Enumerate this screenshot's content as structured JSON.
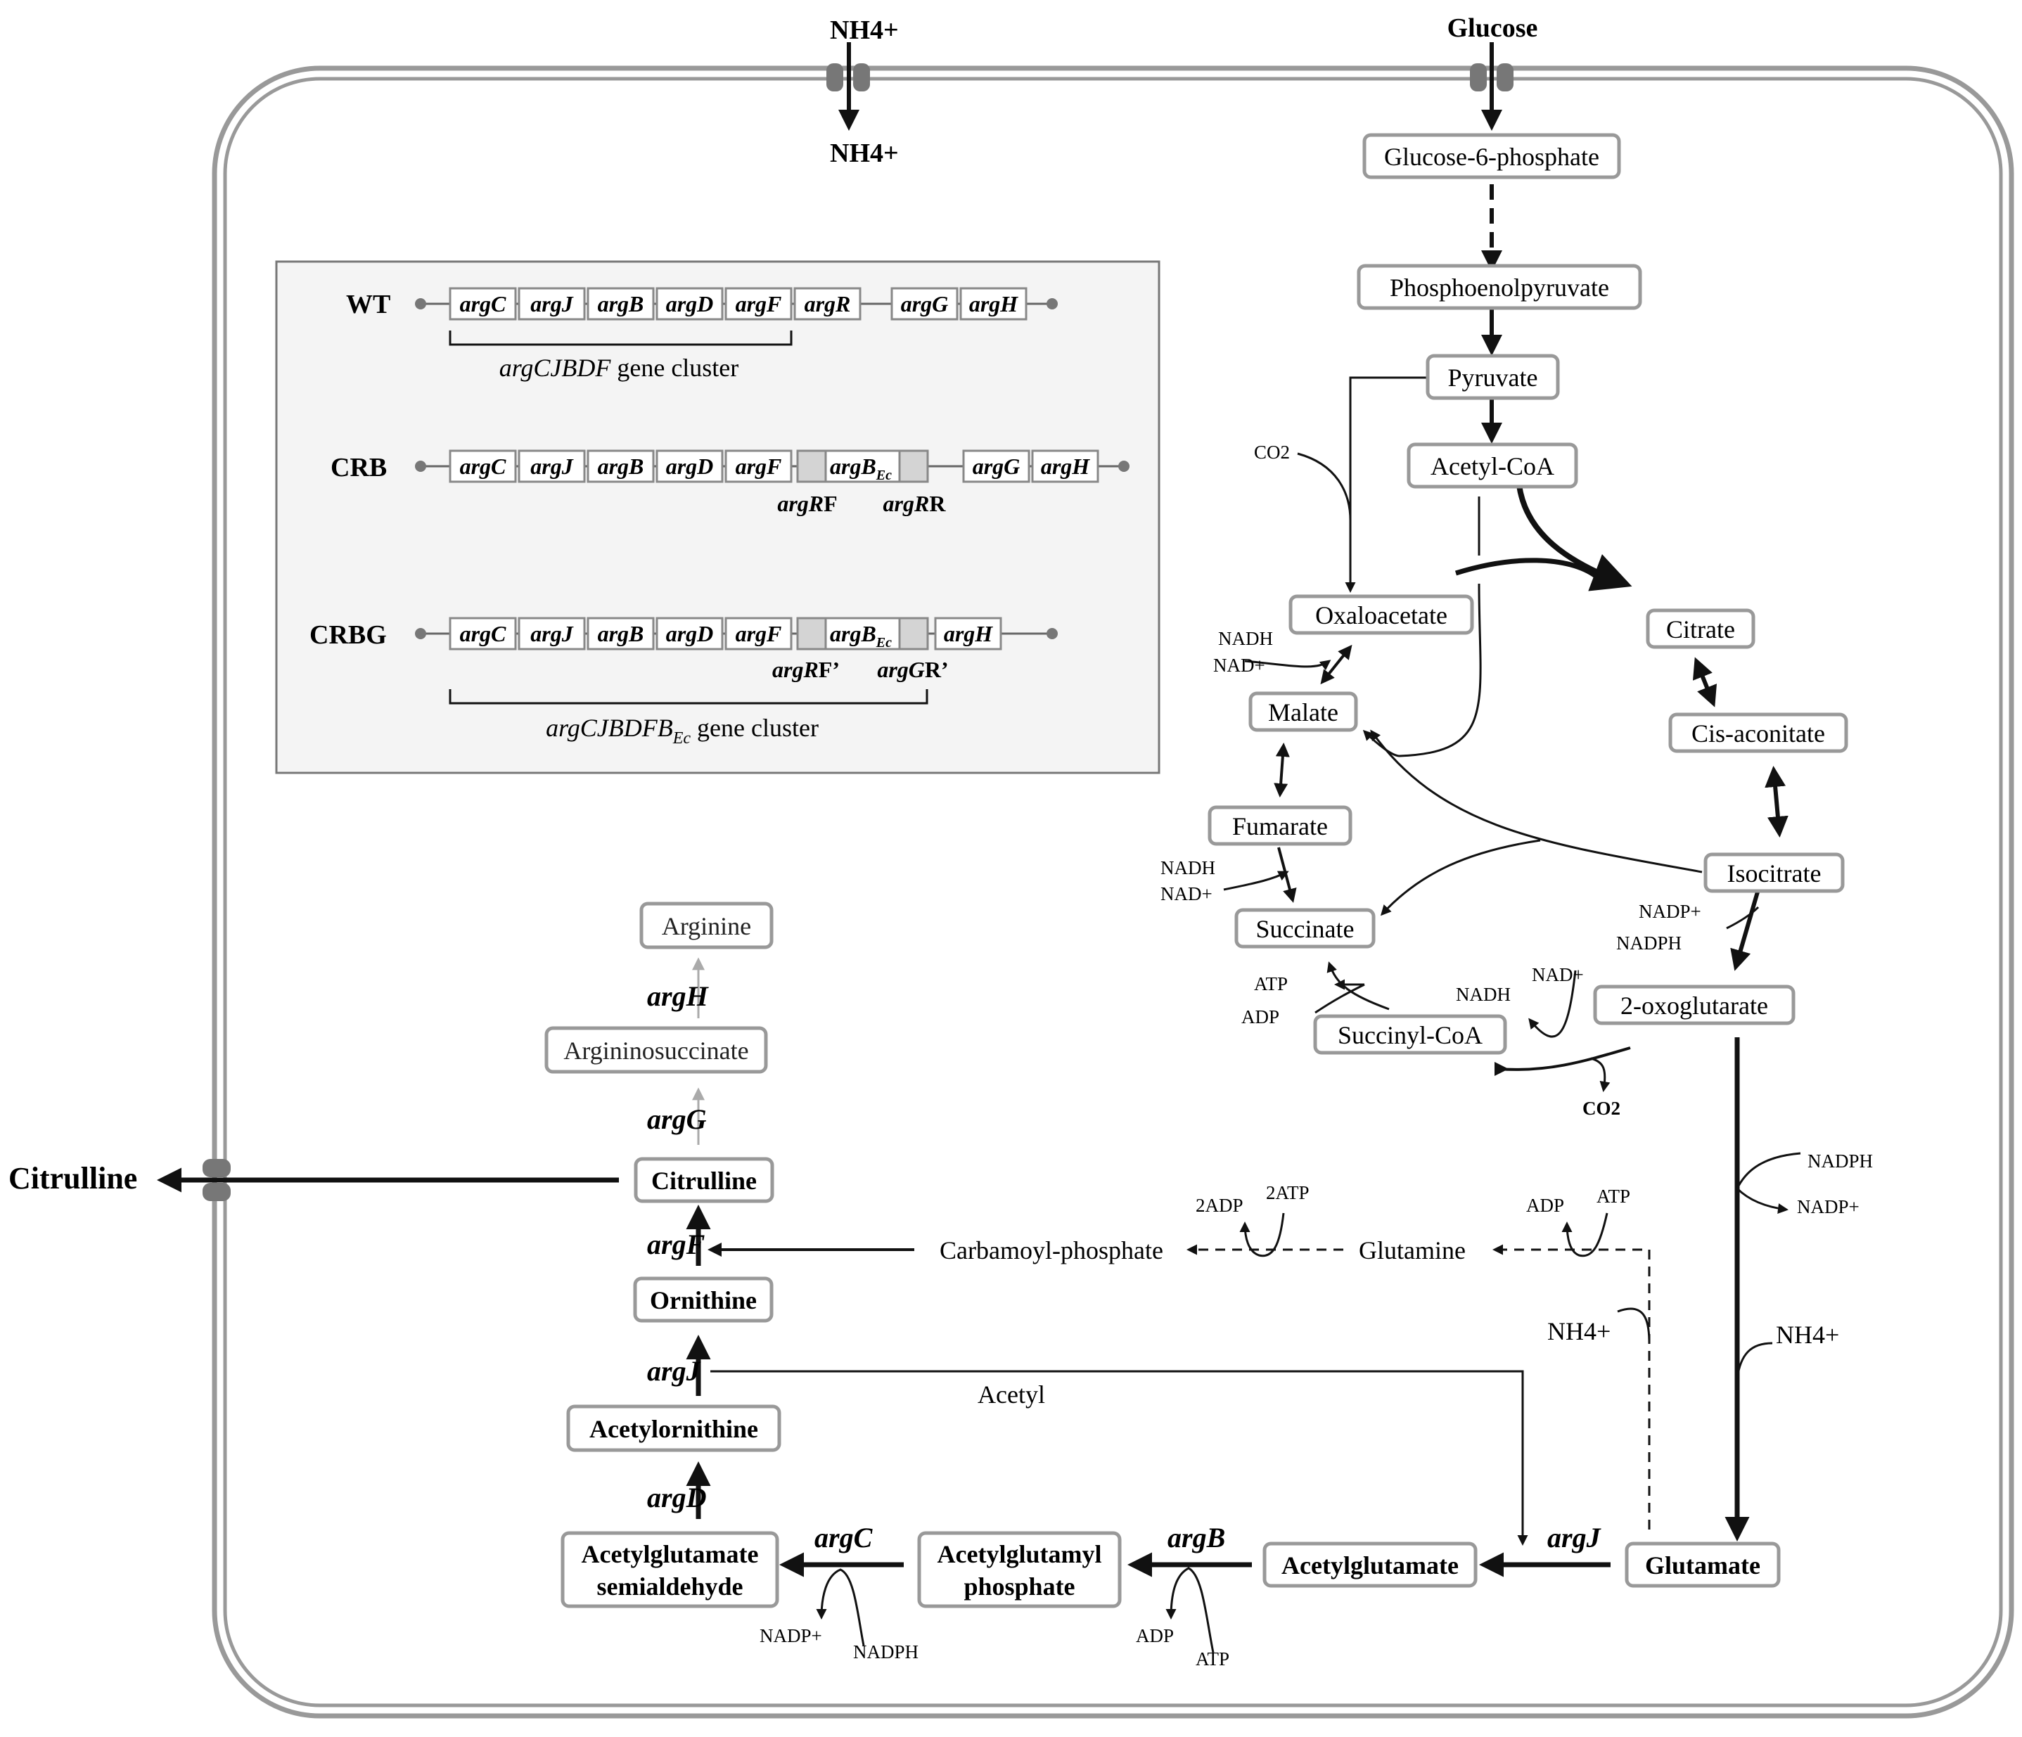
{
  "transport": {
    "nh4_out": "NH4+",
    "nh4_in": "NH4+",
    "glucose": "Glucose",
    "citrulline_out": "Citrulline"
  },
  "glycolysis": {
    "g6p": "Glucose-6-phosphate",
    "pep": "Phosphoenolpyruvate",
    "pyruvate": "Pyruvate",
    "acetyl_coa": "Acetyl-CoA",
    "co2": "CO2"
  },
  "tca": {
    "oxaloacetate": "Oxaloacetate",
    "citrate": "Citrate",
    "cis_aconitate": "Cis-aconitate",
    "isocitrate": "Isocitrate",
    "oxoglutarate": "2-oxoglutarate",
    "succinyl_coa": "Succinyl-CoA",
    "succinate": "Succinate",
    "fumarate": "Fumarate",
    "malate": "Malate"
  },
  "cofactors": {
    "nadh": "NADH",
    "nad": "NAD+",
    "nadp": "NADP+",
    "nadph": "NADPH",
    "atp": "ATP",
    "adp": "ADP",
    "co2": "CO2",
    "two_adp": "2ADP",
    "two_atp": "2ATP",
    "nh4": "NH4+"
  },
  "arginine_pathway": {
    "glutamate": "Glutamate",
    "acetylglutamate": "Acetylglutamate",
    "acetylglutamyl_phosphate": [
      "Acetylglutamyl",
      "phosphate"
    ],
    "acetylglutamate_semialdehyde": [
      "Acetylglutamate",
      "semialdehyde"
    ],
    "acetylornithine": "Acetylornithine",
    "ornithine": "Ornithine",
    "citrulline": "Citrulline",
    "argininosuccinate": "Argininosuccinate",
    "arginine": "Arginine",
    "glutamine": "Glutamine",
    "carbamoyl_phosphate": "Carbamoyl-phosphate",
    "acetyl": "Acetyl"
  },
  "genes": {
    "argJ": "argJ",
    "argB": "argB",
    "argC": "argC",
    "argD": "argD",
    "argF": "argF",
    "argG": "argG",
    "argH": "argH"
  },
  "inset": {
    "wt_label": "WT",
    "crb_label": "CRB",
    "crbg_label": "CRBG",
    "wt_genes": [
      "argC",
      "argJ",
      "argB",
      "argD",
      "argF",
      "argR",
      "argG",
      "argH"
    ],
    "crb_genes": [
      "argC",
      "argJ",
      "argB",
      "argD",
      "argF",
      "argG",
      "argH"
    ],
    "crbg_genes": [
      "argC",
      "argJ",
      "argB",
      "argD",
      "argF",
      "argH"
    ],
    "argB_ec": "argB",
    "ec_sub": "Ec",
    "wt_cluster_italic": "argCJBDF",
    "wt_cluster_rest": " gene cluster",
    "crb_primer_left_it": "argR",
    "crb_primer_left_rest": "F",
    "crb_primer_right_it": "argR",
    "crb_primer_right_rest": "R",
    "crbg_primer_left_it": "argR",
    "crbg_primer_left_rest": "F’",
    "crbg_primer_right_it": "argG",
    "crbg_primer_right_rest": "R’",
    "crbg_cluster_italic": "argCJBDFB",
    "crbg_cluster_sub": "Ec",
    "crbg_cluster_rest": " gene cluster"
  }
}
